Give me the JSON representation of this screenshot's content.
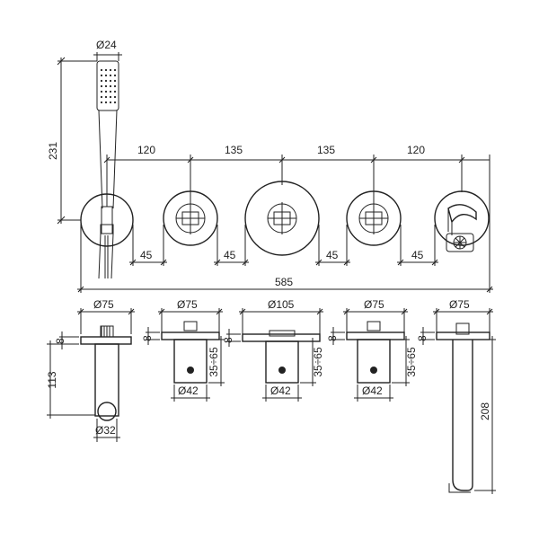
{
  "diagram": {
    "handshower": {
      "diameter": "Ø24",
      "height": "231"
    },
    "spacing": {
      "a": "120",
      "b": "135",
      "c": "135",
      "d": "120"
    },
    "offsets": {
      "first": "45",
      "second": "45",
      "third": "45",
      "fourth": "45"
    },
    "total_width": "585",
    "profiles": {
      "holder": {
        "plate": "Ø75",
        "plate_thickness": "8",
        "depth": "113",
        "hose_outlet": "Ø32"
      },
      "mixer_left": {
        "plate": "Ø75",
        "plate_thickness": "8",
        "body": "Ø42",
        "depth_range": "35÷65"
      },
      "mixer_center": {
        "plate": "Ø105",
        "plate_thickness": "8",
        "body": "Ø42",
        "depth_range": "35÷65"
      },
      "mixer_right": {
        "plate": "Ø75",
        "plate_thickness": "8",
        "body": "Ø42",
        "depth_range": "35÷65"
      },
      "spout": {
        "plate": "Ø75",
        "plate_thickness": "8",
        "length": "208"
      }
    },
    "colors": {
      "line": "#222222",
      "background": "#ffffff"
    }
  }
}
